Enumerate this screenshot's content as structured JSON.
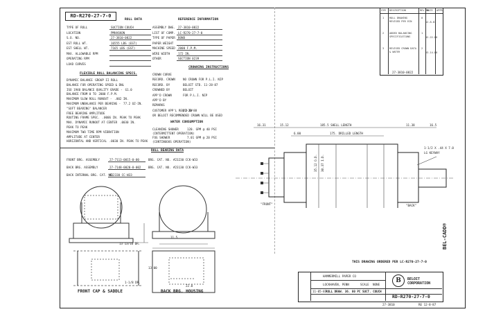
{
  "drawing_number": "RD-R270-27-7-0",
  "roll_data": {
    "header": "ROLL DATA",
    "rows": [
      {
        "label": "TYPE OF ROLL",
        "value": "SUCTION COUCH"
      },
      {
        "label": "LOCATION",
        "value": "PMHASKON"
      },
      {
        "label": "S.O. NO.",
        "value": "27-3810-0822"
      },
      {
        "label": "EST ROLL WT.",
        "value": "16555 LBS (EST)"
      },
      {
        "label": "EST SHELL WT.",
        "value": "7165 LBS (EST)"
      },
      {
        "label": "MAX. ALLOWABLE RPM",
        "value": ""
      },
      {
        "label": "OPERATING RPM",
        "value": ""
      },
      {
        "label": "LOAD CURVES",
        "value": ""
      }
    ]
  },
  "reference_info": {
    "header": "REFERENCE INFORMATION",
    "rows": [
      {
        "label": "ASSEMBLY DWG.",
        "value": "27-3810-0822"
      },
      {
        "label": "LIST OF COMP.",
        "value": "LC-R270-27-7-0"
      },
      {
        "label": "TYPE OF PAPER",
        "value": "BOND"
      },
      {
        "label": "PAPER WEIGHT",
        "value": ""
      },
      {
        "label": "MACHINE SPEED",
        "value": "2000 F.P.M."
      },
      {
        "label": "WIRE WIDTH",
        "value": "172 IN."
      },
      {
        "label": "OTHER",
        "value": "SECTION 0239"
      }
    ]
  },
  "balancing": {
    "header": "FLEXIBLE ROLL BALANCING SPECS.",
    "rows": [
      {
        "label": "DYNAMIC BALANCE",
        "value": "GROUP II ROLL"
      },
      {
        "label": "BALANCE FOR OPERATING SPEED & DNL",
        "value": ""
      },
      {
        "label": "ISO 1940 BALANCE QUALITY GRADE -",
        "value": "G1.0"
      },
      {
        "label": "BALANCE FROM 0 TO",
        "value": "2000 F.P.M."
      },
      {
        "label": "MAXIMUM SLOW ROLL RUNOUT -",
        "value": ".002 IN."
      },
      {
        "label": "MAXIMUM UNBALANCE PER BEARING -",
        "value": "77.2 OZ-IN."
      },
      {
        "label": "\"SOFT BEARING\" BALANCER",
        "value": ""
      },
      {
        "label": "FREE BEARING AMPLITUDE",
        "value": ""
      },
      {
        "label": "ROUTING FRAME SPEC.",
        "value": ".0006 IN. PEAK TO PEAK"
      },
      {
        "label": "MAX. DYNAMIC RUNOUT AT CENTER",
        "value": ".0030 IN."
      },
      {
        "label": "PEAK TO PEAK",
        "value": ""
      },
      {
        "label": "MAXIMUM TWO TIME RPM VIBRATION",
        "value": ""
      },
      {
        "label": "AMPLITUDE AT CENTER",
        "value": ""
      },
      {
        "label": "HORIZONTAL AND VERTICAL",
        "value": ".0030 IN. PEAK TO PEAK"
      }
    ]
  },
  "crowning": {
    "header": "CROWNING INSTRUCTIONS",
    "rows": [
      {
        "label": "CROWN CURVE",
        "value": ""
      },
      {
        "label": "RECORD. CROWN",
        "value": "NO CROWN  FOR  P.L.I. NIP"
      },
      {
        "label": "RECORD. BY",
        "value": "BELOIT STD.   11-28-87"
      },
      {
        "label": "CROWNED BY",
        "value": "BELOIT"
      },
      {
        "label": "APP'D CROWN",
        "value": "FOR  P.L.I. NIP"
      },
      {
        "label": "APP'D BY",
        "value": ""
      },
      {
        "label": "REMARKS",
        "value": ""
      },
      {
        "label": "CUSTOMER APP'L REQ'D BY",
        "value": "02-20-88"
      },
      {
        "label": "OR BELOIT RECOMMENDED CROWN WILL BE USED",
        "value": ""
      }
    ]
  },
  "water": {
    "header": "WATER CONSUMPTION",
    "rows": [
      {
        "label": "CLEANING SHOWER",
        "value": "120. GPM @ 40 PSI"
      },
      {
        "label": "(INTERMITTENT OPERATION)",
        "value": ""
      },
      {
        "label": "FOG SHOWER",
        "value": "7.01 GPM @ 20 PSI"
      },
      {
        "label": "(CONTINUOUS OPERATION)",
        "value": ""
      }
    ]
  },
  "bearing_data": {
    "header": "ROLL BEARING DATA",
    "rows": [
      {
        "label": "FRONT BRG. ASSEMBLY",
        "value": "27-7113-0015-0-00",
        "brg": "BRG. CAT. NO.",
        "cat": "#23230 CCK-W33"
      },
      {
        "label": "BACK BRG. ASSEMBLY",
        "value": "27-7148-0020-0-002",
        "brg": "BRG. CAT. NO.",
        "cat": "#23130 CCK-W33"
      },
      {
        "label": "BACK INTERNAL BRG. CAT. NO.",
        "value": "#22330 CC-W33",
        "brg": "",
        "cat": ""
      }
    ]
  },
  "views": {
    "front_label": "FRONT CAP & SADDLE",
    "back_label": "BACK BRG. HOUSING",
    "front_dim": "13 13/16 DR.",
    "front_dim2": "1-1/8 DR.",
    "back_dim1": "11.5",
    "back_dim2": "13.00",
    "back_dim3": "22.0"
  },
  "roll_drawing": {
    "dim_top_1": "16.31",
    "dim_top_2": "15.12",
    "dim_top_3": "185.5 SHELL LENGTH",
    "dim_top_4": "11.38",
    "dim_top_5": "16.5",
    "dim_drill": "175. DRILLED LENGTH",
    "dim_drill_pre": "6.00",
    "note_thread": "1-1/2 X .44 X 7.0",
    "note_keyway": "LG KEYWAY",
    "label_front": "\"FRONT\"",
    "label_back": "\"BACK\"",
    "dia1": "35.12 O.D.",
    "dia2": "30.37 I.D."
  },
  "ordered_note": "THIS DRAWING ORDERED PER LC-R270-27-7-0",
  "brand_vertical": "BEL-CADD®",
  "title_block": {
    "customer": "HAMMERMILL PAPER CO",
    "location": "LOCKHAVEN, PENN",
    "date": "11-05-87",
    "title": "ROLL DRAW. 36. 80 PC SUCT. COUCH",
    "company": "BELOIT CORPORATION",
    "dwg_no": "RD-R270-27-7-0",
    "code": "27-3810",
    "rev_date": "RE 12-8-87",
    "scale_label": "SCALE",
    "scale": "NONE"
  },
  "revisions": {
    "col_headers": [
      "SYM",
      "DESCRIPTION",
      "REV NO.",
      "DATE",
      "APPR"
    ],
    "rows": [
      {
        "sym": "1",
        "desc": "ROLL DRAWING REVISED PER ECN",
        "no": "0",
        "date": "12-8-87"
      },
      {
        "sym": "2",
        "desc": "ADDED BALANCING SPECIFICATIONS",
        "no": "1",
        "date": "02-22-88"
      },
      {
        "sym": "3",
        "desc": "REVISED CROWN DATA & WATER",
        "no": "2",
        "date": "03-14-88"
      }
    ],
    "side_note": "27-3810-0822"
  }
}
